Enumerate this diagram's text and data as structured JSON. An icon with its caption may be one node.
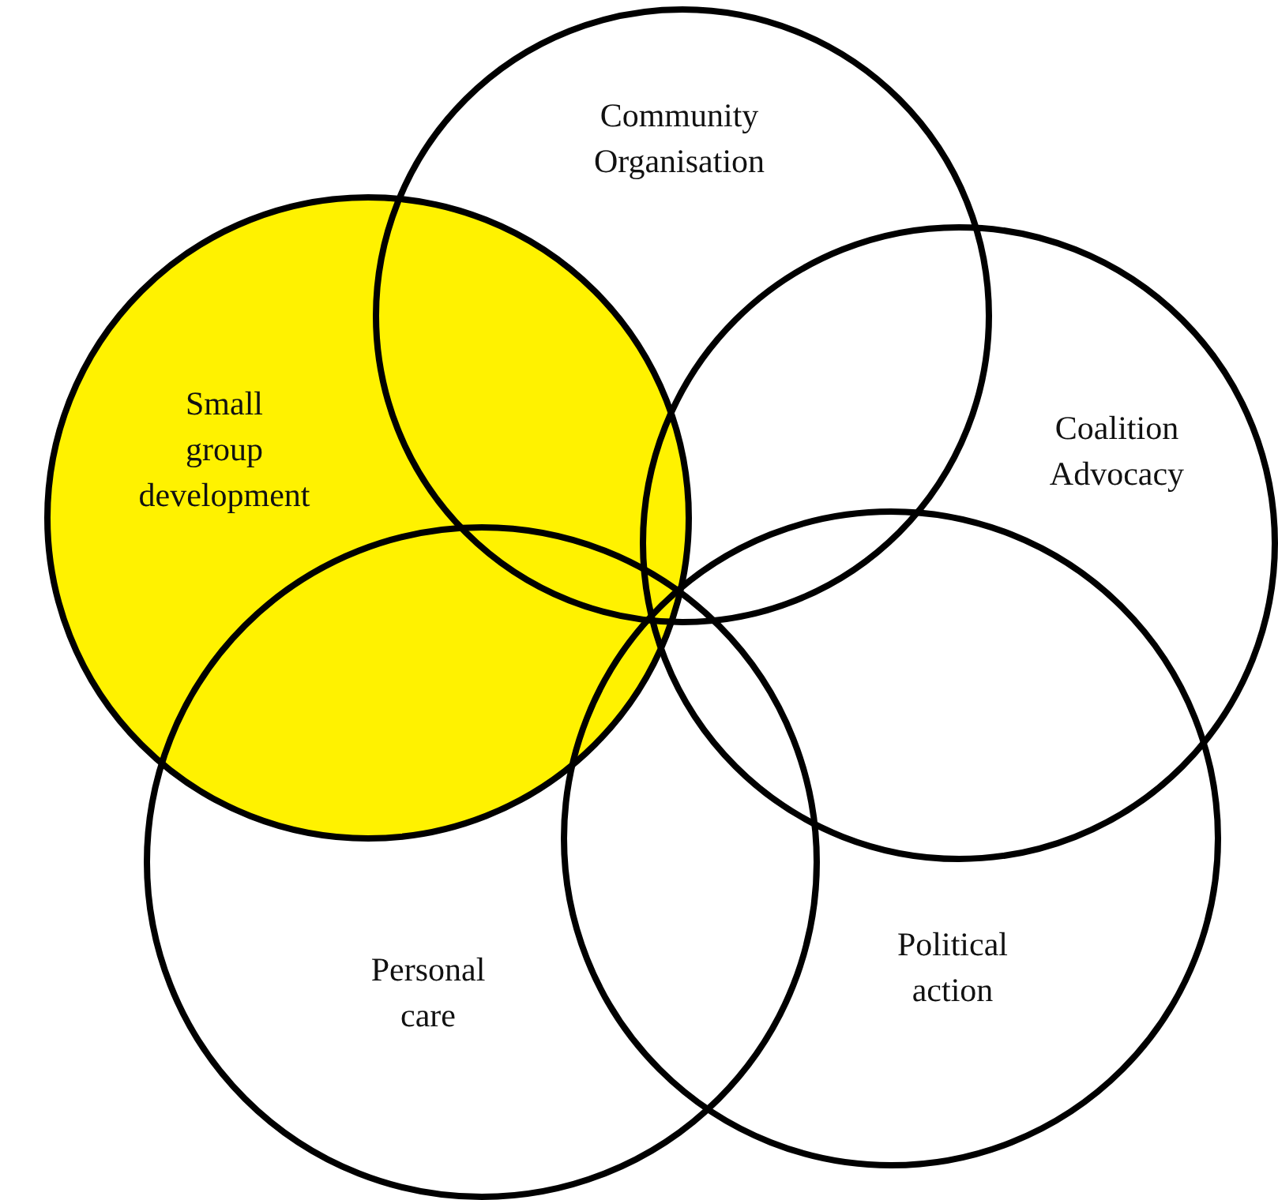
{
  "diagram": {
    "nodes": [
      {
        "text": [
          "Community Organisation"
        ]
      },
      {
        "text": [
          "Small group development"
        ]
      },
      {
        "text": [
          "Coalition Advocacy"
        ]
      },
      {
        "text": [
          "Personal care"
        ]
      },
      {
        "text": [
          "Political action"
        ]
      }
    ],
    "edges": []
  }
}
